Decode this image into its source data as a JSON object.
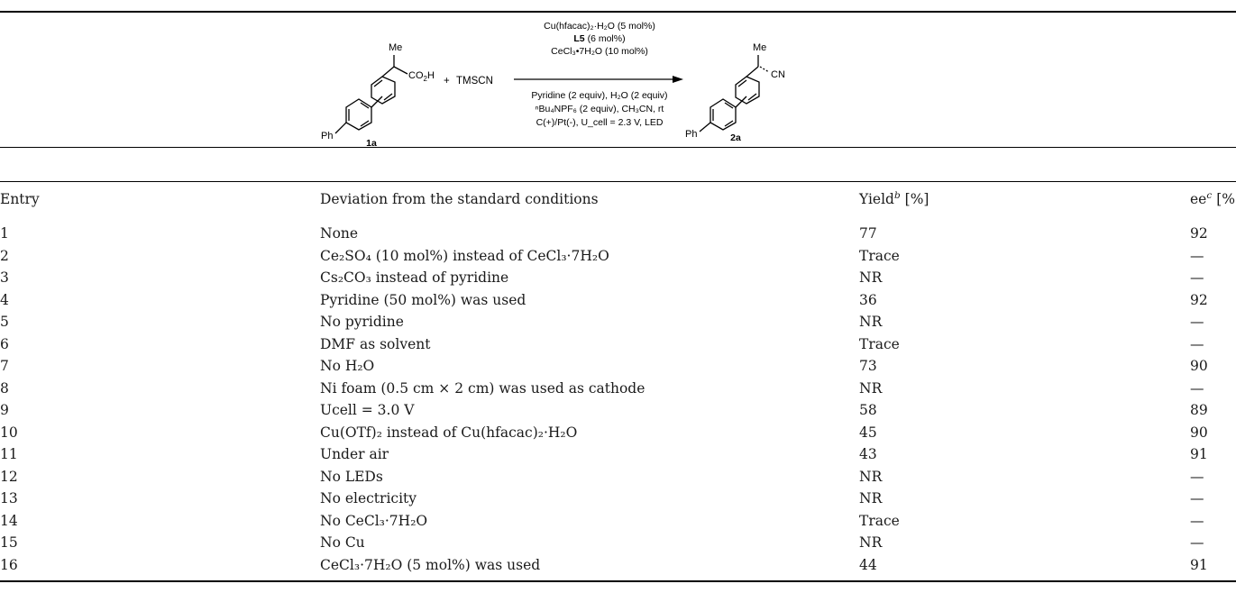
{
  "scheme": {
    "substrate_label": "1a",
    "product_label": "2a",
    "reagent_plus": "+",
    "reagent": "TMSCN",
    "group_me": "Me",
    "group_ph": "Ph",
    "group_co2h": "CO",
    "group_co2h_sub": "2",
    "group_co2h_tail": "H",
    "group_cn": "CN",
    "conditions_above": [
      "Cu(hfacac)₂·H₂O (5 mol%)",
      "L5 (6 mol%)",
      "CeCl₃•7H₂O (10 mol%)"
    ],
    "conditions_below": [
      "Pyridine (2 equiv), H₂O (2 equiv)",
      "ⁿBu₄NPF₆ (2 equiv), CH₃CN, rt",
      "C(+)/Pt(-), U_cell = 2.3 V, LED"
    ]
  },
  "table": {
    "headers": {
      "entry": "Entry",
      "deviation": "Deviation from the standard conditions",
      "yield": "Yield",
      "yield_note": "b",
      "yield_unit": " [%]",
      "ee": "ee",
      "ee_note": "c",
      "ee_unit": " [%]"
    },
    "rows": [
      {
        "entry": "1",
        "deviation": "None",
        "yield": "77",
        "ee": "92"
      },
      {
        "entry": "2",
        "deviation": "Ce₂SO₄ (10 mol%) instead of CeCl₃·7H₂O",
        "yield": "Trace",
        "ee": "—"
      },
      {
        "entry": "3",
        "deviation": "Cs₂CO₃ instead of pyridine",
        "yield": "NR",
        "ee": "—"
      },
      {
        "entry": "4",
        "deviation": "Pyridine (50 mol%) was used",
        "yield": "36",
        "ee": "92"
      },
      {
        "entry": "5",
        "deviation": "No pyridine",
        "yield": "NR",
        "ee": "—"
      },
      {
        "entry": "6",
        "deviation": "DMF as solvent",
        "yield": "Trace",
        "ee": "—"
      },
      {
        "entry": "7",
        "deviation": "No H₂O",
        "yield": "73",
        "ee": "90"
      },
      {
        "entry": "8",
        "deviation": "Ni foam (0.5 cm × 2 cm) was used as cathode",
        "yield": "NR",
        "ee": "—"
      },
      {
        "entry": "9",
        "deviation": "Ucell = 3.0 V",
        "yield": "58",
        "ee": "89"
      },
      {
        "entry": "10",
        "deviation": "Cu(OTf)₂ instead of Cu(hfacac)₂·H₂O",
        "yield": "45",
        "ee": "90"
      },
      {
        "entry": "11",
        "deviation": "Under air",
        "yield": "43",
        "ee": "91"
      },
      {
        "entry": "12",
        "deviation": "No LEDs",
        "yield": "NR",
        "ee": "—"
      },
      {
        "entry": "13",
        "deviation": "No electricity",
        "yield": "NR",
        "ee": "—"
      },
      {
        "entry": "14",
        "deviation": "No CeCl₃·7H₂O",
        "yield": "Trace",
        "ee": "—"
      },
      {
        "entry": "15",
        "deviation": "No Cu",
        "yield": "NR",
        "ee": "—"
      },
      {
        "entry": "16",
        "deviation": "CeCl₃·7H₂O (5 mol%) was used",
        "yield": "44",
        "ee": "91"
      }
    ]
  }
}
